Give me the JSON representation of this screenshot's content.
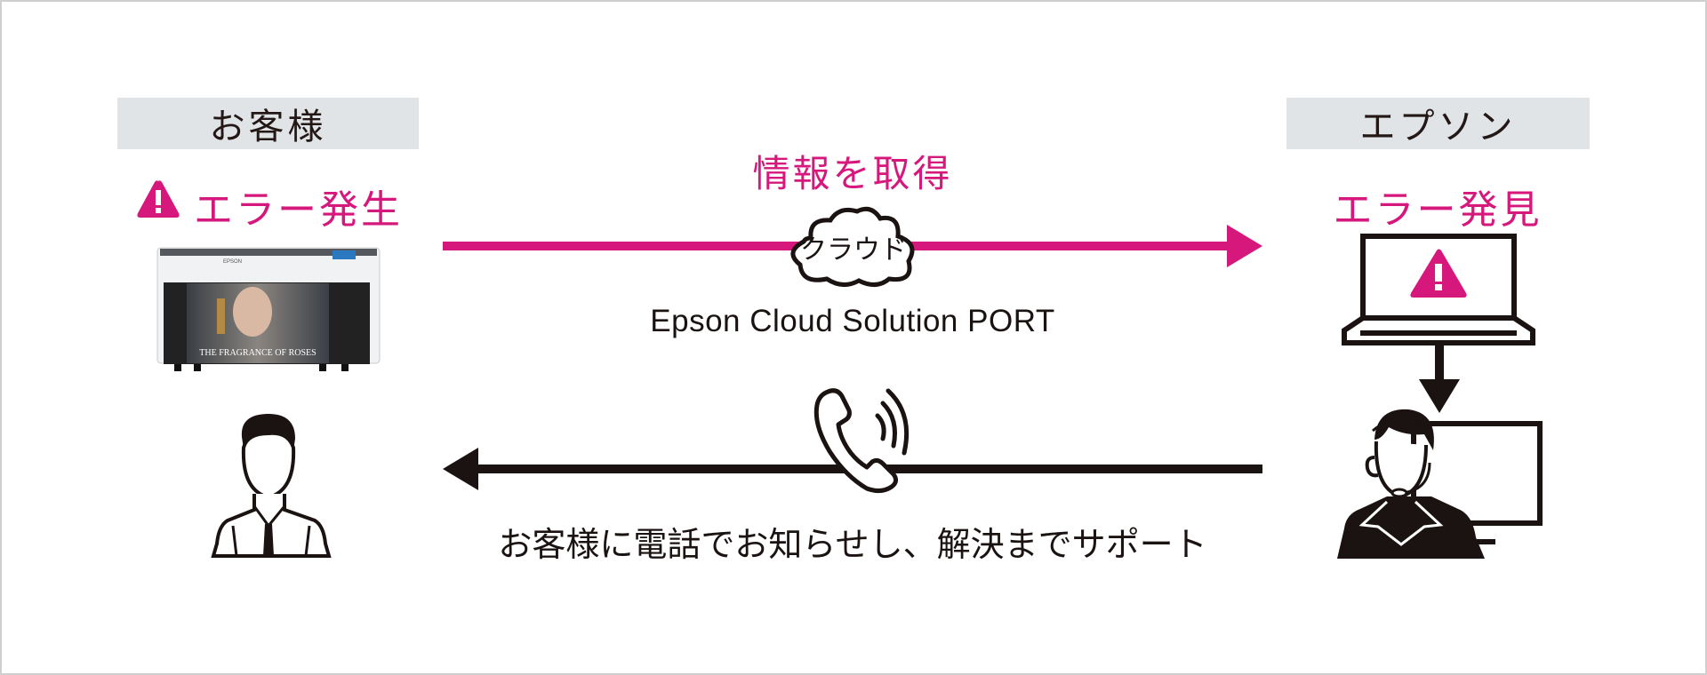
{
  "colors": {
    "accent": "#d6177c",
    "label_bg": "#e1e4e7",
    "ink": "#231815"
  },
  "customer": {
    "label": "お客様",
    "status": "エラー発生",
    "status_icon": "warning-triangle-icon",
    "printer_brand": "EPSON",
    "printer_poster_caption": "THE FRAGRANCE OF ROSES",
    "person_icon": "businessman-icon"
  },
  "epson": {
    "label": "エプソン",
    "status": "エラー発見",
    "laptop_icon": "laptop-warning-icon",
    "operator_icon": "support-operator-icon"
  },
  "flow_top": {
    "title": "情報を取得",
    "cloud_label": "クラウド",
    "service_name": "Epson Cloud Solution PORT"
  },
  "flow_bottom": {
    "phone_icon": "phone-ringing-icon",
    "caption": "お客様に電話でお知らせし、解決までサポート"
  }
}
